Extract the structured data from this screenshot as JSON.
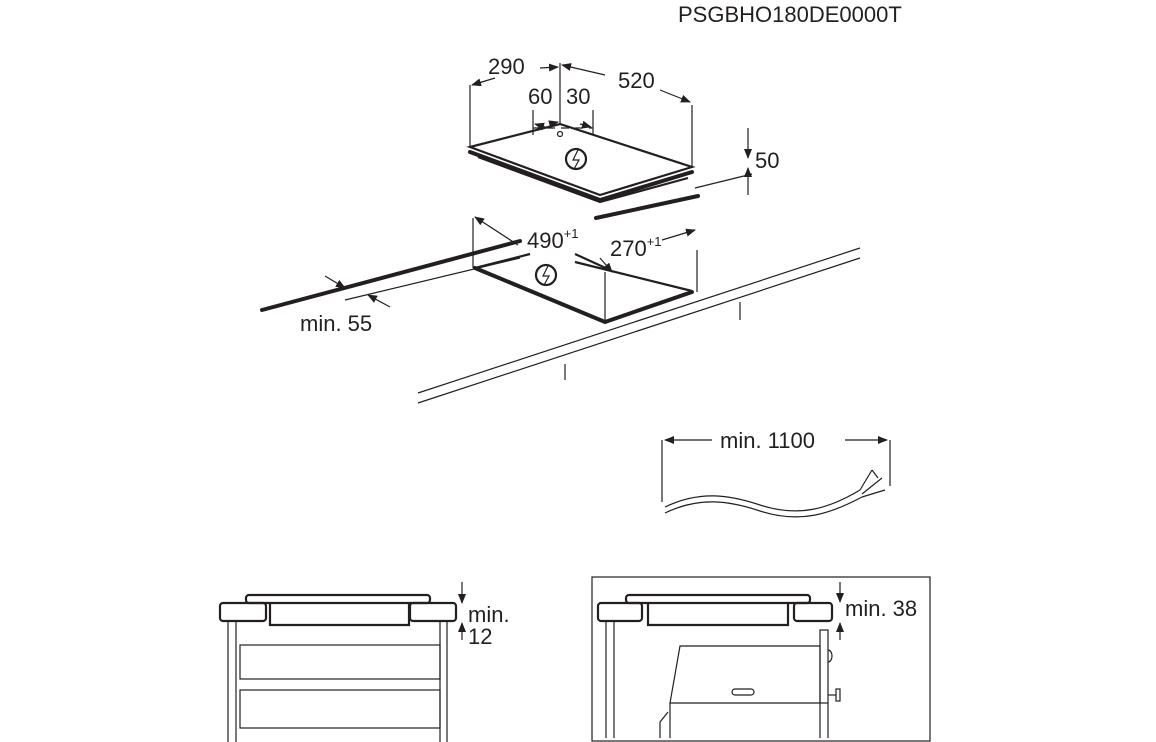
{
  "model_code": "PSGBHO180DE0000T",
  "hob_dimensions": {
    "depth": "290",
    "width": "520",
    "connection_offset_left": "60",
    "connection_offset_right": "30",
    "height": "50"
  },
  "cutout": {
    "width": "490",
    "width_tolerance": "+1",
    "depth": "270",
    "depth_tolerance": "+1",
    "front_clearance": "min. 55"
  },
  "cable": {
    "length": "min. 1100"
  },
  "cabinet_drawers": {
    "clearance_label": "min.",
    "clearance_value": "12"
  },
  "cabinet_oven": {
    "clearance": "min. 38"
  },
  "colors": {
    "line": "#231f20",
    "background": "#ffffff"
  }
}
